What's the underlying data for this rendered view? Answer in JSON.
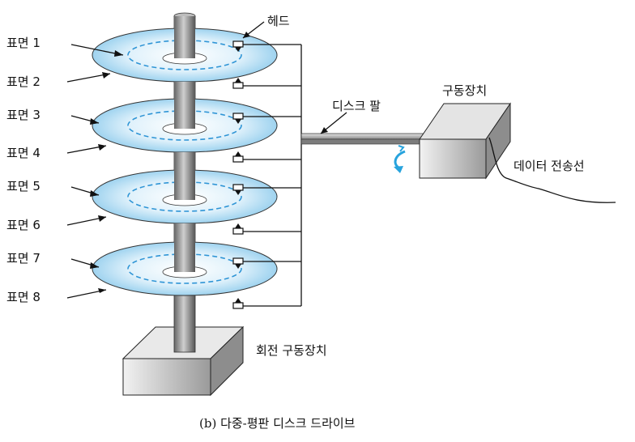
{
  "surface_labels": [
    "표면 1",
    "표면 2",
    "표면 3",
    "표면 4",
    "표면 5",
    "표면 6",
    "표면 7",
    "표면 8"
  ],
  "head_label": "헤드",
  "arm_label": "디스크 팔",
  "actuator_label": "구동장치",
  "cable_label": "데이터 전송선",
  "spindle_motor_label": "회전 구동장치",
  "caption": "(b) 다중-평판 디스크 드라이브",
  "colors": {
    "platter_blue": "#9fd3ef",
    "track_dash": "#2f95d6",
    "rotation_arrow": "#27a3dd",
    "box_gray": "#d4d4d4"
  }
}
